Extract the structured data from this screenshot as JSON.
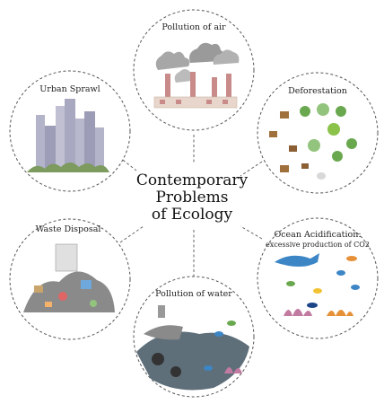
{
  "center": {
    "line1": "Contemporary",
    "line2": "Problems",
    "line3": "of Ecology"
  },
  "topics": {
    "air": "Pollution of air",
    "urban": "Urban Sprawl",
    "deforestation": "Deforestation",
    "waste": "Waste Disposal",
    "ocean_line1": "Ocean Acidification:",
    "ocean_line2": "excessive production of CO2",
    "water": "Pollution of water"
  },
  "colors": {
    "ring_stroke": "#555555",
    "smoke": "#9a9a9a",
    "chimney": "#c98a8a",
    "factory": "#e8d6cc",
    "building": "#a8a8c0",
    "tree_green": "#6aa84f",
    "stump": "#a0703c",
    "ocean_blue": "#3d86c6",
    "trash_mix": "#7a7a7a"
  }
}
